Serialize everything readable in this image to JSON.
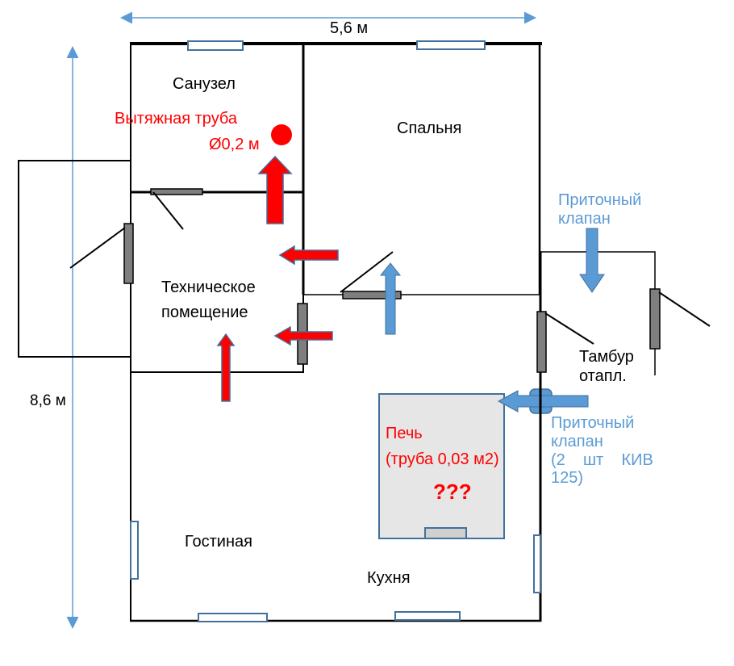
{
  "diagram": {
    "type": "floor-plan",
    "colors": {
      "wall": "#000000",
      "window_stroke": "#41719c",
      "door": "#7f7f7f",
      "extract_arrow": "#ff0000",
      "supply_arrow": "#5b9bd5",
      "dimension": "#5b9bd5",
      "stove_fill": "#e6e6e6"
    },
    "dimensions": {
      "width": "5,6 м",
      "height": "8,6 м"
    },
    "rooms": {
      "bathroom": "Санузел",
      "bedroom": "Спальня",
      "technical": [
        "Техническое",
        "помещение"
      ],
      "vestibule": [
        "Тамбур",
        "отапл."
      ],
      "living": "Гостиная",
      "kitchen": "Кухня"
    },
    "annotations": {
      "exhaust_pipe": [
        "Вытяжная труба",
        "Ø0,2 м"
      ],
      "supply_valve_top": [
        "Приточный",
        "клапан"
      ],
      "supply_valve_bottom": [
        "Приточный",
        "клапан"
      ],
      "supply_valve_bottom_note": [
        "(2    шт    КИВ",
        "125)"
      ],
      "stove": [
        "Печь",
        "(труба 0,03 м2)"
      ],
      "stove_question": "???"
    }
  }
}
